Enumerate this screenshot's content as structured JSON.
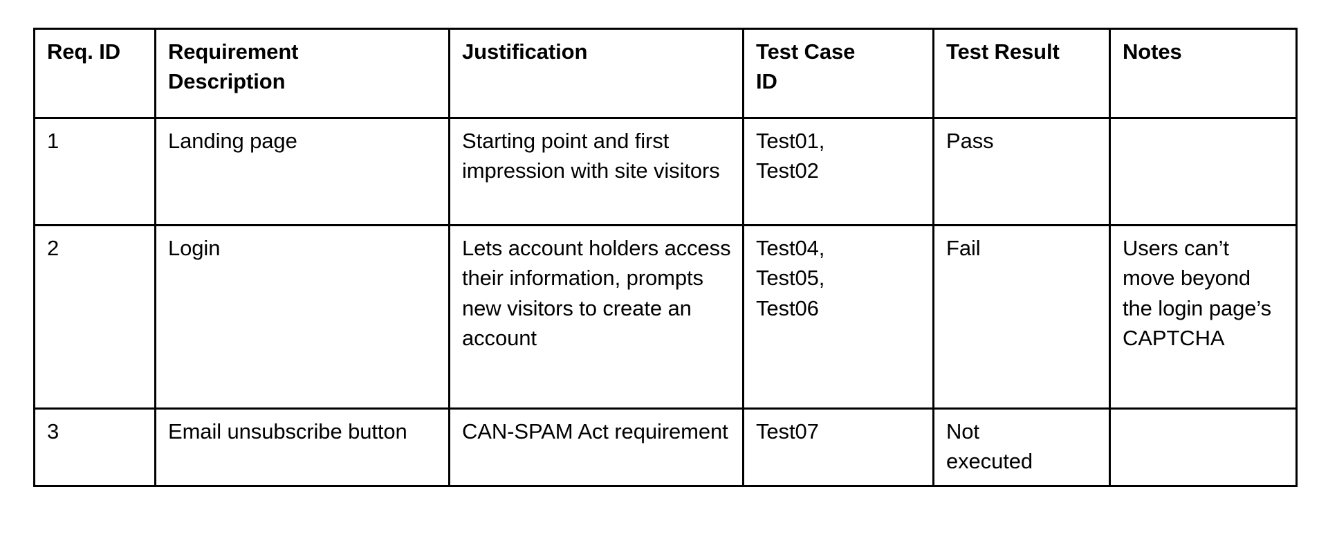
{
  "table": {
    "columns": [
      {
        "key": "req_id",
        "label": "Req. ID"
      },
      {
        "key": "description",
        "label": "Requirement\nDescription"
      },
      {
        "key": "justification",
        "label": "Justification"
      },
      {
        "key": "test_case_id",
        "label": "Test Case\nID"
      },
      {
        "key": "test_result",
        "label": "Test Result"
      },
      {
        "key": "notes",
        "label": "Notes"
      }
    ],
    "rows": [
      {
        "req_id": "1",
        "description": "Landing page",
        "justification": "Starting point and first impression with site visitors",
        "test_case_id": "Test01,\nTest02",
        "test_result": "Pass",
        "notes": ""
      },
      {
        "req_id": "2",
        "description": "Login",
        "justification": "Lets account holders access their information, prompts new visitors to create an account",
        "test_case_id": "Test04,\nTest05,\nTest06",
        "test_result": "Fail",
        "notes": "Users can’t move beyond the login page’s CAPTCHA"
      },
      {
        "req_id": "3",
        "description": "Email unsubscribe button",
        "justification": "CAN-SPAM Act requirement",
        "test_case_id": "Test07",
        "test_result": "Not\nexecuted",
        "notes": ""
      }
    ]
  },
  "colors": {
    "border": "#000000",
    "background": "#ffffff",
    "text": "#000000"
  }
}
